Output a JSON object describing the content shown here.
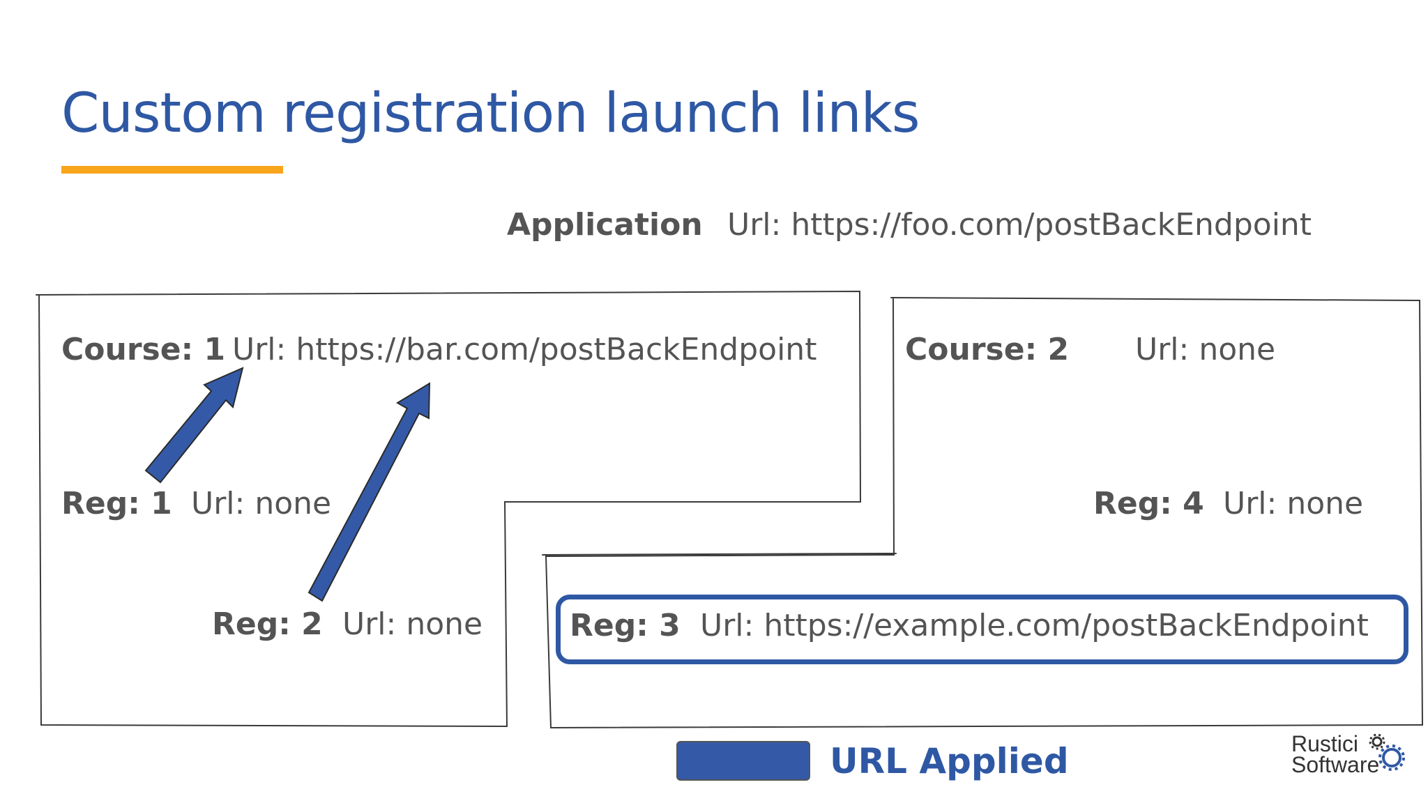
{
  "title": "Custom registration launch links",
  "colors": {
    "brand_blue": "#2f58a4",
    "accent_orange": "#f8a51b",
    "text_gray": "#545454"
  },
  "application": {
    "label": "Application",
    "url": "Url: https://foo.com/postBackEndpoint"
  },
  "course1": {
    "label": "Course: 1",
    "url": "Url: https://bar.com/postBackEndpoint",
    "reg1": {
      "label": "Reg: 1",
      "url": "Url: none"
    },
    "reg2": {
      "label": "Reg: 2",
      "url": "Url: none"
    }
  },
  "course2": {
    "label": "Course: 2",
    "url": "Url: none",
    "reg3": {
      "label": "Reg: 3",
      "url": "Url: https://example.com/postBackEndpoint"
    },
    "reg4": {
      "label": "Reg: 4",
      "url": "Url: none"
    }
  },
  "legend": {
    "label": "URL Applied"
  },
  "logo": {
    "line1": "Rustici",
    "line2": "Software"
  }
}
